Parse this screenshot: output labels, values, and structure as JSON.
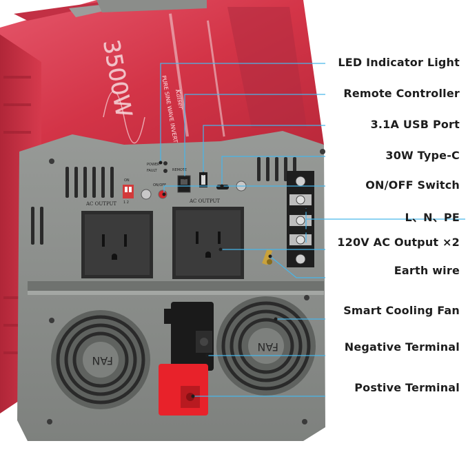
{
  "product": {
    "brand_wordmark": "Kaiser",
    "rating": "3500W",
    "housing_text": "PURE SINE WAVE INVERTER",
    "fan_label": "FAN",
    "ac_output_label": "AC OUTPUT",
    "power_label": "POWER",
    "fault_label": "FAULT",
    "remote_label": "REMOTE",
    "on_off_label": "ON/OFF",
    "dip_on_label": "ON",
    "dip_numbers": "1 2",
    "colors": {
      "housing_red": "#d8384a",
      "panel_gray": "#8c8f8c",
      "terminal_red": "#e8222a",
      "terminal_black": "#1a1a1a",
      "callout_line": "#47b6ea"
    }
  },
  "callouts": [
    {
      "label": "LED Indicator Light"
    },
    {
      "label": "Remote Controller"
    },
    {
      "label": "3.1A USB Port"
    },
    {
      "label": "30W Type-C"
    },
    {
      "label": "ON/OFF Switch"
    },
    {
      "label": "L、N、PE"
    },
    {
      "label": "120V AC Output ×2"
    },
    {
      "label": "Earth wire"
    },
    {
      "label": "Smart Cooling Fan"
    },
    {
      "label": "Negative Terminal"
    },
    {
      "label": "Postive Terminal"
    }
  ]
}
